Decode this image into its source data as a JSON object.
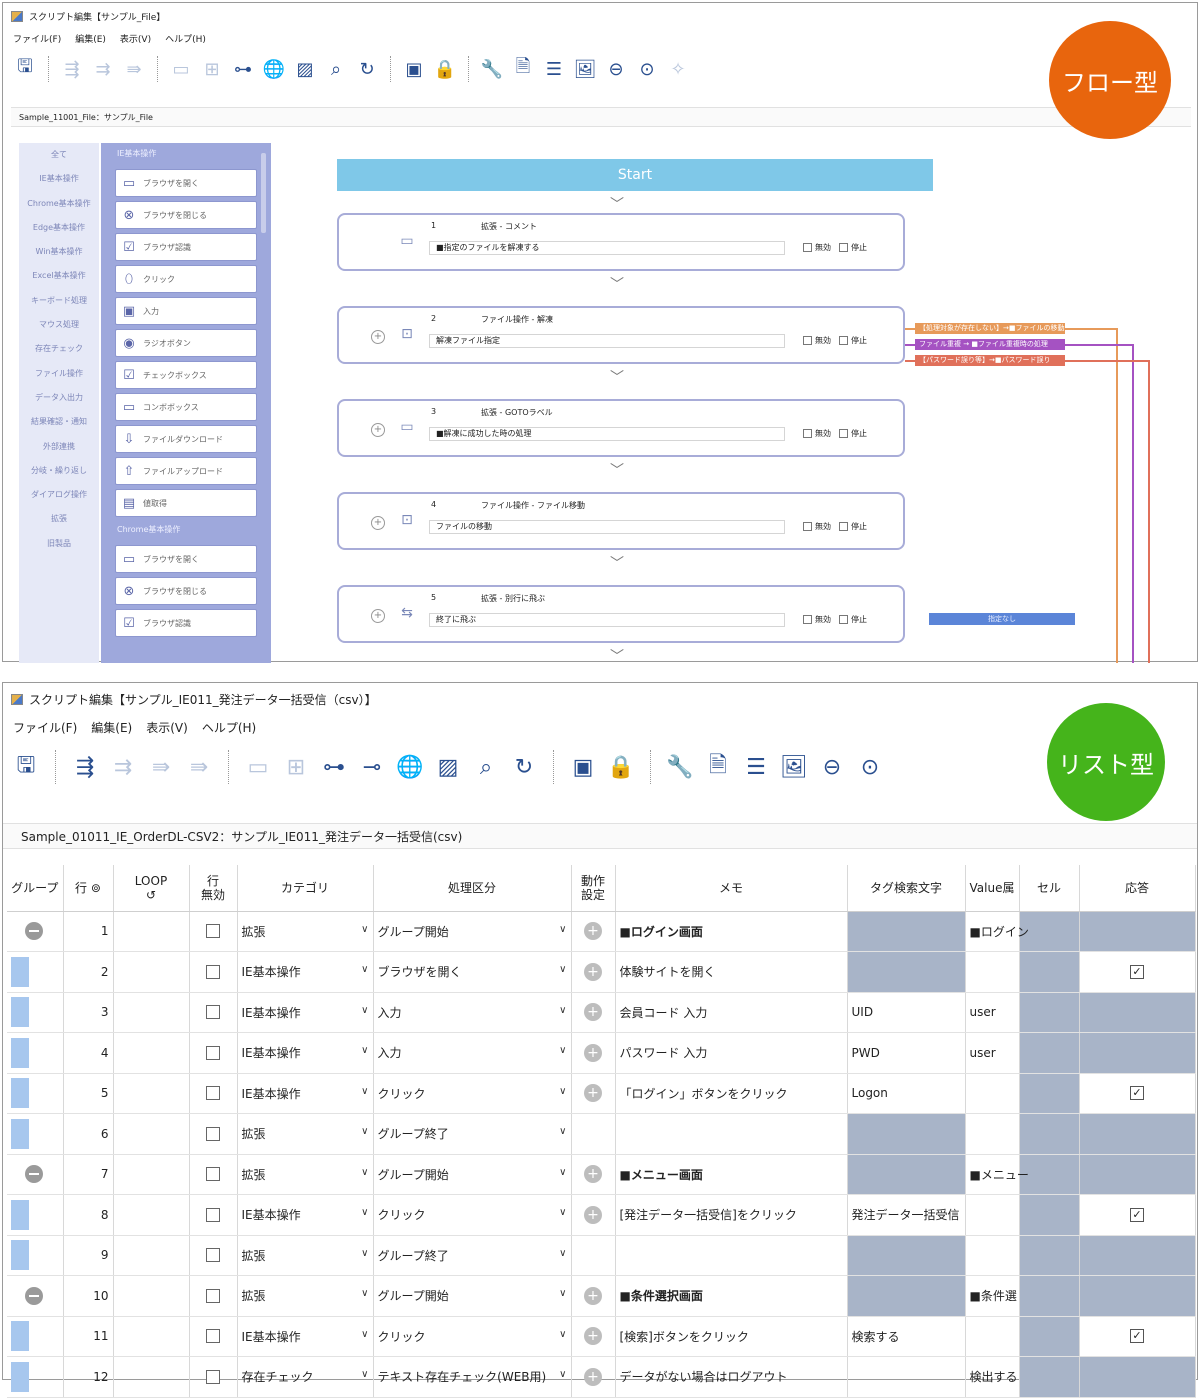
{
  "flow": {
    "title": "スクリプト編集【サンプル_File】",
    "menu": [
      "ファイル(F)",
      "編集(E)",
      "表示(V)",
      "ヘルプ(H)"
    ],
    "path": "Sample_11001_File：サンプル_File",
    "badge": "フロー型",
    "badge_color": "#e8650d",
    "categories": [
      "全て",
      "IE基本操作",
      "Chrome基本操作",
      "Edge基本操作",
      "Win基本操作",
      "Excel基本操作",
      "キーボード処理",
      "マウス処理",
      "存在チェック",
      "ファイル操作",
      "データ入出力",
      "結果確認・通知",
      "外部連携",
      "分岐・繰り返し",
      "ダイアログ操作",
      "拡張",
      "旧製品"
    ],
    "group1": "IE基本操作",
    "group1_cmds": [
      {
        "icon": "browser-icon",
        "label": "ブラウザを開く"
      },
      {
        "icon": "close-circle-icon",
        "label": "ブラウザを閉じる"
      },
      {
        "icon": "checkbox-icon",
        "label": "ブラウザ認識"
      },
      {
        "icon": "mouse-icon",
        "label": "クリック"
      },
      {
        "icon": "text-input-icon",
        "label": "入力"
      },
      {
        "icon": "radio-icon",
        "label": "ラジオボタン"
      },
      {
        "icon": "check-icon",
        "label": "チェックボックス"
      },
      {
        "icon": "combobox-icon",
        "label": "コンボボックス"
      },
      {
        "icon": "download-icon",
        "label": "ファイルダウンロード"
      },
      {
        "icon": "upload-icon",
        "label": "ファイルアップロード"
      },
      {
        "icon": "capture-icon",
        "label": "値取得"
      }
    ],
    "group2": "Chrome基本操作",
    "group2_cmds": [
      {
        "icon": "browser-icon",
        "label": "ブラウザを開く"
      },
      {
        "icon": "close-circle-icon",
        "label": "ブラウザを閉じる"
      },
      {
        "icon": "checkbox-icon",
        "label": "ブラウザ認識"
      }
    ],
    "start": "Start",
    "steps": [
      {
        "num": "1",
        "title": "拡張 - コメント",
        "memo": "■指定のファイルを解凍する"
      },
      {
        "num": "2",
        "title": "ファイル操作 - 解凍",
        "memo": "解凍ファイル指定"
      },
      {
        "num": "3",
        "title": "拡張 - GOTOラベル",
        "memo": "■解凍に成功した時の処理"
      },
      {
        "num": "4",
        "title": "ファイル操作 - ファイル移動",
        "memo": "ファイルの移動"
      },
      {
        "num": "5",
        "title": "拡張 - 別行に飛ぶ",
        "memo": "終了に飛ぶ"
      }
    ],
    "opt_disable": "無効",
    "opt_stop": "停止",
    "branches": [
      {
        "label": "【処理対象が存在しない】→■ファイルの移動",
        "color": "#e79a5a"
      },
      {
        "label": "ファイル重複 → ■ファイル重複時の処理",
        "color": "#a552c2"
      },
      {
        "label": "【パスワード誤り等】→■パスワード誤り",
        "color": "#e0705a"
      }
    ],
    "jump_target": "指定なし"
  },
  "list": {
    "title": "スクリプト編集【サンプル_IE011_発注データ一括受信（csv）】",
    "menu": [
      "ファイル(F)",
      "編集(E)",
      "表示(V)",
      "ヘルプ(H)"
    ],
    "path": "Sample_01011_IE_OrderDL-CSV2：サンプル_IE011_発注データ一括受信(csv)",
    "badge": "リスト型",
    "badge_color": "#45b41b",
    "headers": {
      "group": "グループ",
      "row": "行",
      "loop": "LOOP",
      "disable": "行\n無効",
      "category": "カテゴリ",
      "action": "処理区分",
      "setting": "動作\n設定",
      "memo": "メモ",
      "tag": "タグ検索文字",
      "value": "Value属",
      "cell": "セル",
      "response": "応答"
    },
    "rows": [
      {
        "g": "start",
        "n": "1",
        "cat": "拡張",
        "act": "グループ開始",
        "memo": "■ログイン画面",
        "bold": true,
        "tag": "",
        "tag_gray": true,
        "val": "■ログイン",
        "cell_gray": true,
        "resp": "",
        "resp_gray": true,
        "plus": true
      },
      {
        "g": "mid",
        "n": "2",
        "cat": "IE基本操作",
        "act": "ブラウザを開く",
        "memo": "体験サイトを開く",
        "bold": false,
        "tag": "",
        "tag_gray": true,
        "val": "",
        "cell_gray": true,
        "resp": "✓",
        "resp_gray": false,
        "plus": true
      },
      {
        "g": "mid",
        "n": "3",
        "cat": "IE基本操作",
        "act": "入力",
        "memo": "会員コード 入力",
        "bold": false,
        "tag": "UID",
        "tag_gray": false,
        "val": "user",
        "cell_gray": true,
        "resp": "",
        "resp_gray": true,
        "plus": true
      },
      {
        "g": "mid",
        "n": "4",
        "cat": "IE基本操作",
        "act": "入力",
        "memo": "パスワード 入力",
        "bold": false,
        "tag": "PWD",
        "tag_gray": false,
        "val": "user",
        "cell_gray": true,
        "resp": "",
        "resp_gray": true,
        "plus": true
      },
      {
        "g": "mid",
        "n": "5",
        "cat": "IE基本操作",
        "act": "クリック",
        "memo": "「ログイン」ボタンをクリック",
        "bold": false,
        "tag": "Logon",
        "tag_gray": false,
        "val": "",
        "cell_gray": true,
        "resp": "✓",
        "resp_gray": false,
        "plus": true
      },
      {
        "g": "mid",
        "n": "6",
        "cat": "拡張",
        "act": "グループ終了",
        "memo": "",
        "bold": false,
        "tag": "",
        "tag_gray": true,
        "val": "",
        "cell_gray": true,
        "resp": "",
        "resp_gray": true,
        "plus": false
      },
      {
        "g": "start",
        "n": "7",
        "cat": "拡張",
        "act": "グループ開始",
        "memo": "■メニュー画面",
        "bold": true,
        "tag": "",
        "tag_gray": true,
        "val": "■メニュー",
        "cell_gray": true,
        "resp": "",
        "resp_gray": true,
        "plus": true
      },
      {
        "g": "mid",
        "n": "8",
        "cat": "IE基本操作",
        "act": "クリック",
        "memo": "[発注データ一括受信]をクリック",
        "bold": false,
        "tag": "発注データ一括受信",
        "tag_gray": false,
        "val": "",
        "cell_gray": true,
        "resp": "✓",
        "resp_gray": false,
        "plus": true
      },
      {
        "g": "mid",
        "n": "9",
        "cat": "拡張",
        "act": "グループ終了",
        "memo": "",
        "bold": false,
        "tag": "",
        "tag_gray": true,
        "val": "",
        "cell_gray": true,
        "resp": "",
        "resp_gray": true,
        "plus": false
      },
      {
        "g": "start",
        "n": "10",
        "cat": "拡張",
        "act": "グループ開始",
        "memo": "■条件選択画面",
        "bold": true,
        "tag": "",
        "tag_gray": true,
        "val": "■条件選",
        "cell_gray": true,
        "resp": "",
        "resp_gray": true,
        "plus": true
      },
      {
        "g": "mid",
        "n": "11",
        "cat": "IE基本操作",
        "act": "クリック",
        "memo": "[検索]ボタンをクリック",
        "bold": false,
        "tag": "検索する",
        "tag_gray": false,
        "val": "",
        "cell_gray": true,
        "resp": "✓",
        "resp_gray": false,
        "plus": true
      },
      {
        "g": "mid",
        "n": "12",
        "cat": "存在チェック",
        "act": "テキスト存在チェック(WEB用)",
        "memo": "データがない場合はログアウト",
        "bold": false,
        "tag": "",
        "tag_gray": false,
        "val": "検出する",
        "cell_gray": true,
        "resp": "",
        "resp_gray": true,
        "plus": true
      }
    ]
  }
}
